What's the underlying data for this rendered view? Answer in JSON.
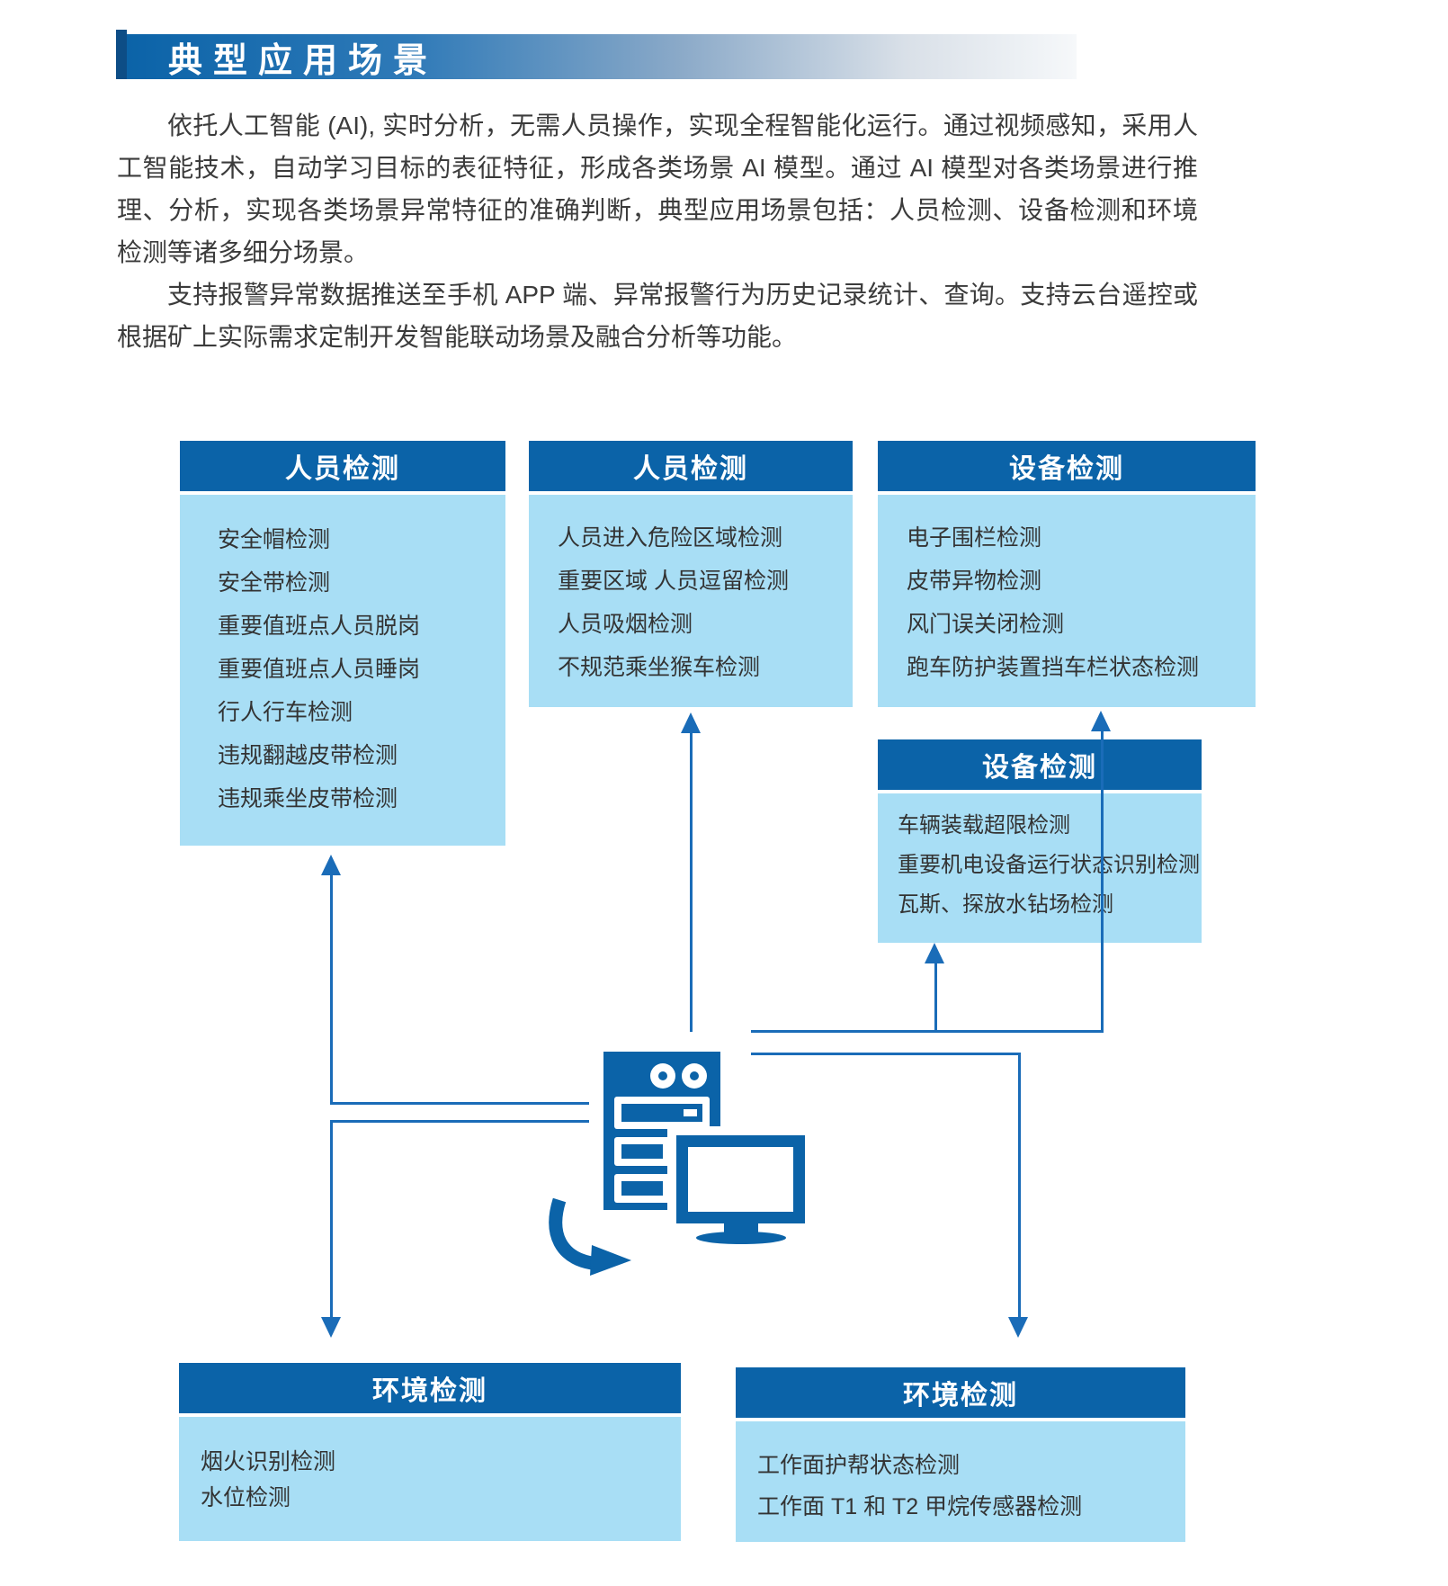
{
  "page": {
    "section_title": "典型应用场景",
    "paragraphs": {
      "p1": "依托人工智能 (AI), 实时分析，无需人员操作，实现全程智能化运行。通过视频感知，采用人工智能技术，自动学习目标的表征特征，形成各类场景 AI 模型。通过 AI 模型对各类场景进行推理、分析，实现各类场景异常特征的准确判断，典型应用场景包括：人员检测、设备检测和环境检测等诸多细分场景。",
      "p2": "支持报警异常数据推送至手机 APP 端、异常报警行为历史记录统计、查询。支持云台遥控或根据矿上实际需求定制开发智能联动场景及融合分析等功能。"
    }
  },
  "diagram": {
    "center_icon": "server-and-monitor",
    "colors": {
      "header_blue": "#0b63a8",
      "body_blue": "#a8def5",
      "line_blue": "#1a6cb8"
    },
    "boxes": [
      {
        "id": "personnel-1",
        "title": "人员检测",
        "items": [
          "安全帽检测",
          "安全带检测",
          "重要值班点人员脱岗",
          "重要值班点人员睡岗",
          "行人行车检测",
          "违规翻越皮带检测",
          "违规乘坐皮带检测"
        ]
      },
      {
        "id": "personnel-2",
        "title": "人员检测",
        "items": [
          "人员进入危险区域检测",
          "重要区域 人员逗留检测",
          "人员吸烟检测",
          "不规范乘坐猴车检测"
        ]
      },
      {
        "id": "equipment-1",
        "title": "设备检测",
        "items": [
          "电子围栏检测",
          "皮带异物检测",
          "风门误关闭检测",
          "跑车防护装置挡车栏状态检测"
        ]
      },
      {
        "id": "equipment-2",
        "title": "设备检测",
        "items": [
          "车辆装载超限检测",
          "重要机电设备运行状态识别检测",
          "瓦斯、探放水钻场检测"
        ]
      },
      {
        "id": "environment-1",
        "title": "环境检测",
        "items": [
          "烟火识别检测",
          "水位检测"
        ]
      },
      {
        "id": "environment-2",
        "title": "环境检测",
        "items": [
          "工作面护帮状态检测",
          "工作面 T1 和 T2 甲烷传感器检测"
        ]
      }
    ]
  }
}
